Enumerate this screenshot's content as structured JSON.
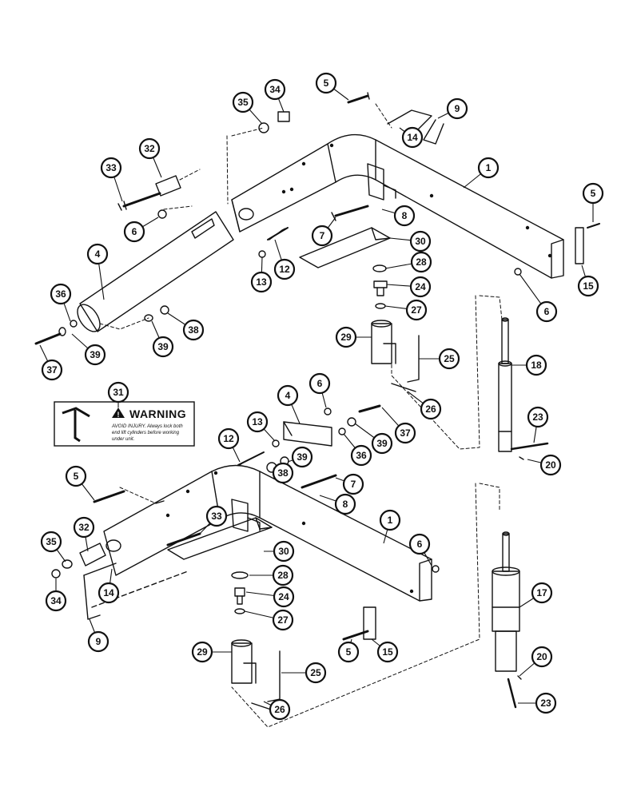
{
  "diagram": {
    "type": "exploded-parts-view",
    "warning_decal": {
      "title": "WARNING",
      "body_lines": [
        "AVOID INJURY. Always lock both",
        "end lift cylinders before working",
        "under unit."
      ]
    },
    "upper_assembly_callouts": [
      "1",
      "4",
      "5",
      "5",
      "6",
      "6",
      "7",
      "8",
      "9",
      "12",
      "13",
      "14",
      "15",
      "18",
      "23",
      "20",
      "24",
      "25",
      "26",
      "27",
      "28",
      "29",
      "30",
      "32",
      "33",
      "34",
      "35",
      "36",
      "37",
      "38",
      "39",
      "39"
    ],
    "lower_assembly_callouts": [
      "1",
      "4",
      "5",
      "5",
      "6",
      "6",
      "7",
      "8",
      "9",
      "12",
      "13",
      "14",
      "15",
      "17",
      "20",
      "23",
      "24",
      "25",
      "26",
      "27",
      "28",
      "29",
      "30",
      "31",
      "32",
      "33",
      "34",
      "35",
      "36",
      "37",
      "38",
      "39",
      "39"
    ],
    "callouts": [
      {
        "id": "c-upper-5-top",
        "label": "5"
      },
      {
        "id": "c-upper-9",
        "label": "9"
      },
      {
        "id": "c-upper-14",
        "label": "14"
      },
      {
        "id": "c-upper-34",
        "label": "34"
      },
      {
        "id": "c-upper-35",
        "label": "35"
      },
      {
        "id": "c-upper-32",
        "label": "32"
      },
      {
        "id": "c-upper-33",
        "label": "33"
      },
      {
        "id": "c-upper-1",
        "label": "1"
      },
      {
        "id": "c-upper-5-right",
        "label": "5"
      },
      {
        "id": "c-upper-6-left",
        "label": "6"
      },
      {
        "id": "c-upper-8",
        "label": "8"
      },
      {
        "id": "c-upper-7",
        "label": "7"
      },
      {
        "id": "c-upper-4",
        "label": "4"
      },
      {
        "id": "c-upper-30",
        "label": "30"
      },
      {
        "id": "c-upper-15",
        "label": "15"
      },
      {
        "id": "c-upper-28",
        "label": "28"
      },
      {
        "id": "c-upper-13",
        "label": "13"
      },
      {
        "id": "c-upper-12",
        "label": "12"
      },
      {
        "id": "c-upper-24",
        "label": "24"
      },
      {
        "id": "c-upper-6-right",
        "label": "6"
      },
      {
        "id": "c-upper-36",
        "label": "36"
      },
      {
        "id": "c-upper-27",
        "label": "27"
      },
      {
        "id": "c-upper-38",
        "label": "38"
      },
      {
        "id": "c-upper-39-a",
        "label": "39"
      },
      {
        "id": "c-upper-29",
        "label": "29"
      },
      {
        "id": "c-upper-39-b",
        "label": "39"
      },
      {
        "id": "c-upper-37",
        "label": "37"
      },
      {
        "id": "c-upper-25",
        "label": "25"
      },
      {
        "id": "c-upper-18",
        "label": "18"
      },
      {
        "id": "c-upper-26",
        "label": "26"
      },
      {
        "id": "c-upper-23",
        "label": "23"
      },
      {
        "id": "c-upper-20",
        "label": "20"
      },
      {
        "id": "c-lower-31",
        "label": "31"
      },
      {
        "id": "c-lower-4",
        "label": "4"
      },
      {
        "id": "c-lower-6-a",
        "label": "6"
      },
      {
        "id": "c-lower-37",
        "label": "37"
      },
      {
        "id": "c-lower-13",
        "label": "13"
      },
      {
        "id": "c-lower-39-a",
        "label": "39"
      },
      {
        "id": "c-lower-36",
        "label": "36"
      },
      {
        "id": "c-lower-12",
        "label": "12"
      },
      {
        "id": "c-lower-39-b",
        "label": "39"
      },
      {
        "id": "c-lower-38",
        "label": "38"
      },
      {
        "id": "c-lower-5-a",
        "label": "5"
      },
      {
        "id": "c-lower-7",
        "label": "7"
      },
      {
        "id": "c-lower-8",
        "label": "8"
      },
      {
        "id": "c-lower-1",
        "label": "1"
      },
      {
        "id": "c-lower-33",
        "label": "33"
      },
      {
        "id": "c-lower-6-b",
        "label": "6"
      },
      {
        "id": "c-lower-35",
        "label": "35"
      },
      {
        "id": "c-lower-32",
        "label": "32"
      },
      {
        "id": "c-lower-30",
        "label": "30"
      },
      {
        "id": "c-lower-17",
        "label": "17"
      },
      {
        "id": "c-lower-14",
        "label": "14"
      },
      {
        "id": "c-lower-28",
        "label": "28"
      },
      {
        "id": "c-lower-34",
        "label": "34"
      },
      {
        "id": "c-lower-24",
        "label": "24"
      },
      {
        "id": "c-lower-27",
        "label": "27"
      },
      {
        "id": "c-lower-9",
        "label": "9"
      },
      {
        "id": "c-lower-29",
        "label": "29"
      },
      {
        "id": "c-lower-5-b",
        "label": "5"
      },
      {
        "id": "c-lower-15",
        "label": "15"
      },
      {
        "id": "c-lower-20",
        "label": "20"
      },
      {
        "id": "c-lower-25",
        "label": "25"
      },
      {
        "id": "c-lower-23",
        "label": "23"
      },
      {
        "id": "c-lower-26",
        "label": "26"
      }
    ]
  }
}
